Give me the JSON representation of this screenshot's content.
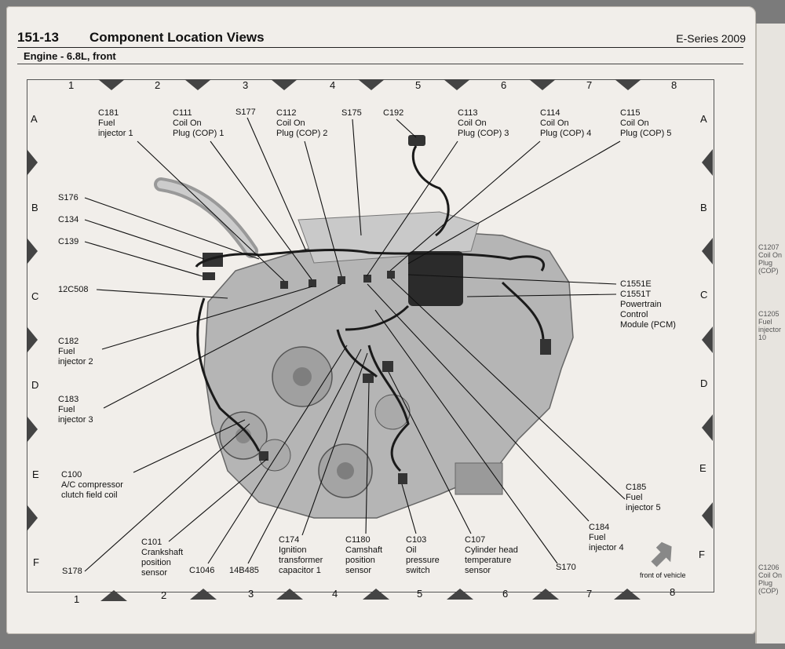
{
  "header": {
    "section_number": "151-13",
    "section_title": "Component Location Views",
    "series": "E-Series 2009",
    "view_title": "Engine - 6.8L, front"
  },
  "grid": {
    "columns": [
      "1",
      "2",
      "3",
      "4",
      "5",
      "6",
      "7",
      "8"
    ],
    "rows": [
      "A",
      "B",
      "C",
      "D",
      "E",
      "F"
    ]
  },
  "labels": {
    "c181": "C181\nFuel\ninjector 1",
    "c111": "C111\nCoil On\nPlug (COP) 1",
    "s177": "S177",
    "c112": "C112\nCoil On\nPlug (COP) 2",
    "s175": "S175",
    "c192": "C192",
    "c113": "C113\nCoil On\nPlug (COP) 3",
    "c114": "C114\nCoil On\nPlug (COP) 4",
    "c115": "C115\nCoil On\nPlug (COP) 5",
    "s176": "S176",
    "c134": "C134",
    "c139": "C139",
    "c12c508": "12C508",
    "c182": "C182\nFuel\ninjector 2",
    "c183": "C183\nFuel\ninjector 3",
    "c100": "C100\nA/C compressor\nclutch field coil",
    "c1551e": "C1551E",
    "c1551t": "C1551T\nPowertrain\nControl\nModule (PCM)",
    "c185": "C185\nFuel\ninjector 5",
    "c184": "C184\nFuel\ninjector 4",
    "c101": "C101\nCrankshaft\nposition\nsensor",
    "c174": "C174\nIgnition\ntransformer\ncapacitor 1",
    "c1180": "C1180\nCamshaft\nposition\nsensor",
    "c103": "C103\nOil\npressure\nswitch",
    "c107": "C107\nCylinder head\ntemperature\nsensor",
    "s178": "S178",
    "c1046": "C1046",
    "b485": "14B485",
    "s170": "S170",
    "front": "front of vehicle"
  },
  "next_page": {
    "t1": "C1207\nCoil On\nPlug (COP)",
    "t2": "C1205\nFuel\ninjector 10",
    "t3": "C1206\nCoil On\nPlug (COP)"
  }
}
